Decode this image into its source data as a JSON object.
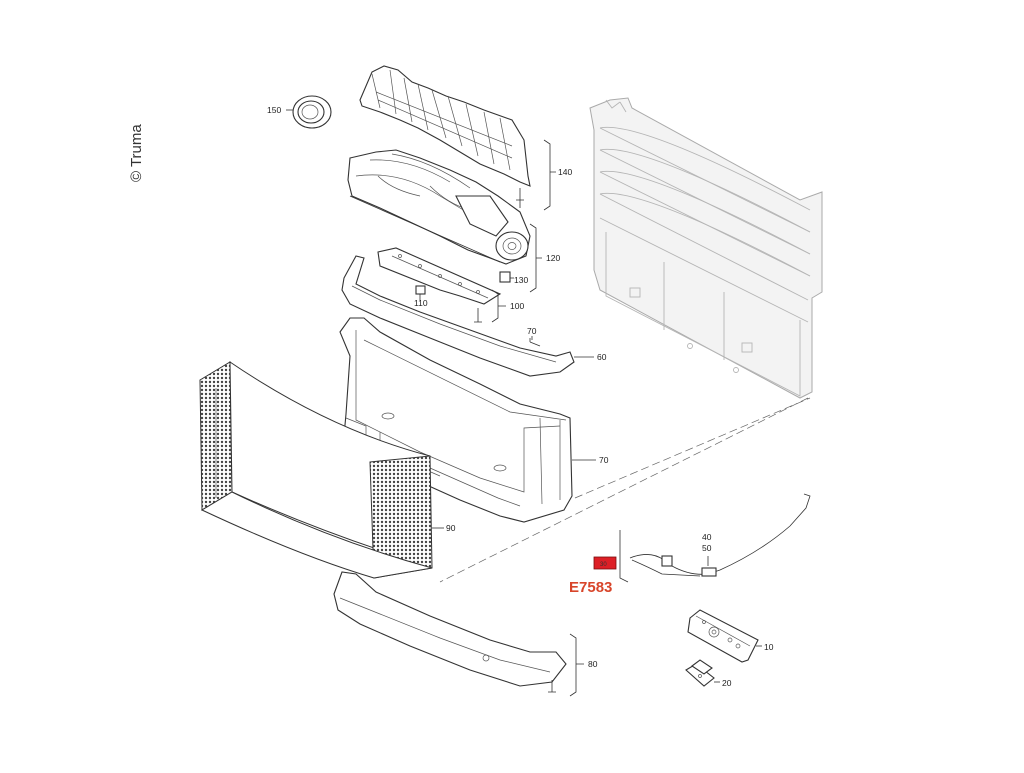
{
  "copyright": "© Truma",
  "labels": {
    "p150": "150",
    "p140": "140",
    "p120": "120",
    "p130": "130",
    "p110": "110",
    "p100": "100",
    "p70a": "70",
    "p60": "60",
    "p70b": "70",
    "p90": "90",
    "p40": "40",
    "p50": "50",
    "p80": "80",
    "p10": "10",
    "p20": "20"
  },
  "highlight": {
    "number": "30",
    "code": "E7583",
    "color": "#d8452a",
    "box_color": "#dd1f26"
  }
}
